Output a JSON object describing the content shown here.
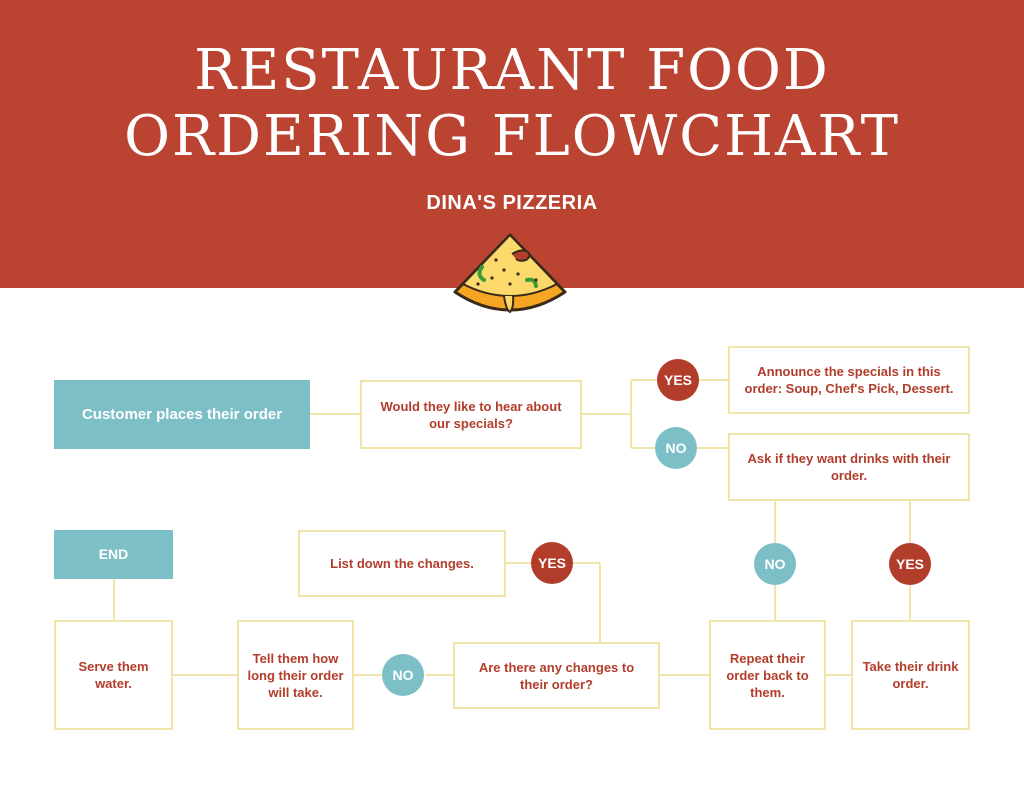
{
  "header": {
    "title_line1": "RESTAURANT FOOD",
    "title_line2": "ORDERING FLOWCHART",
    "subtitle": "DINA'S PIZZERIA"
  },
  "colors": {
    "header_bg": "#ba4331",
    "accent_red": "#b23d2b",
    "accent_teal": "#7dbfc6",
    "connector": "#f1e4a9"
  },
  "icons": {
    "logo": "pizza-slice-icon"
  },
  "nodes": {
    "start": "Customer places their order",
    "q_specials": "Would they like to hear about our specials?",
    "announce": "Announce the specials in this order: Soup, Chef's Pick, Dessert.",
    "ask_drinks": "Ask if they want drinks with their order.",
    "take_drink": "Take their drink order.",
    "repeat_order": "Repeat their order back to them.",
    "q_changes": "Are there any changes to their order?",
    "list_changes": "List down the changes.",
    "tell_time": "Tell them how long their order will take.",
    "serve_water": "Serve them water.",
    "end": "END"
  },
  "decisions": {
    "yes_label": "YES",
    "no_label": "NO"
  }
}
